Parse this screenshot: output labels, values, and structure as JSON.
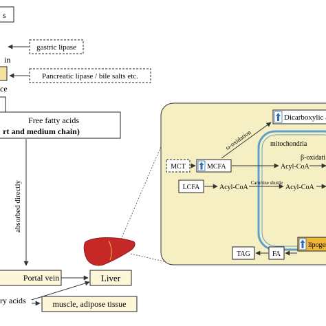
{
  "labels": {
    "top_left_partial": "s",
    "gastric_lipase": "gastric lipase",
    "stomach_partial": "in",
    "pancreatic_lipase": "Pancreatic lipase / bile salts etc.",
    "intestine_partial": "ce",
    "free_fatty_acids": "Free fatty acids",
    "short_medium_chain": "rt and medium chain)",
    "absorbed_directly": "absorbed directly",
    "portal_vein": "Portal vein",
    "liver": "Liver",
    "fatty_acids_partial": "ry acids",
    "muscle_adipose": "muscle, adipose tissue"
  },
  "detail": {
    "dicarboxylic": "Dicarboxylic ac",
    "omega_oxidation": "ω-oxidation",
    "mitochondria": "mitochondria",
    "beta_oxidation": "β-oxidati",
    "mct": "MCT",
    "mcfa": "MCFA",
    "acyl_coa_1": "Acyl-CoA",
    "lcfa": "LCFA",
    "acyl_coa_2": "Acyl-CoA",
    "carnitine_shuttle": "Carnitine shuttle",
    "acyl_coa_3": "Acyl-CoA",
    "tag": "TAG",
    "fa": "FA",
    "lipogenesis": "lipogene"
  },
  "colors": {
    "panel_fill": "#f7efc4",
    "mito_stroke": "#5f9fc9",
    "highlight_box": "#f5e1a0",
    "lipogenesis_fill": "#f0b63a",
    "liver_red": "#c62828",
    "up_arrow_fill": "#2f6fb0"
  }
}
